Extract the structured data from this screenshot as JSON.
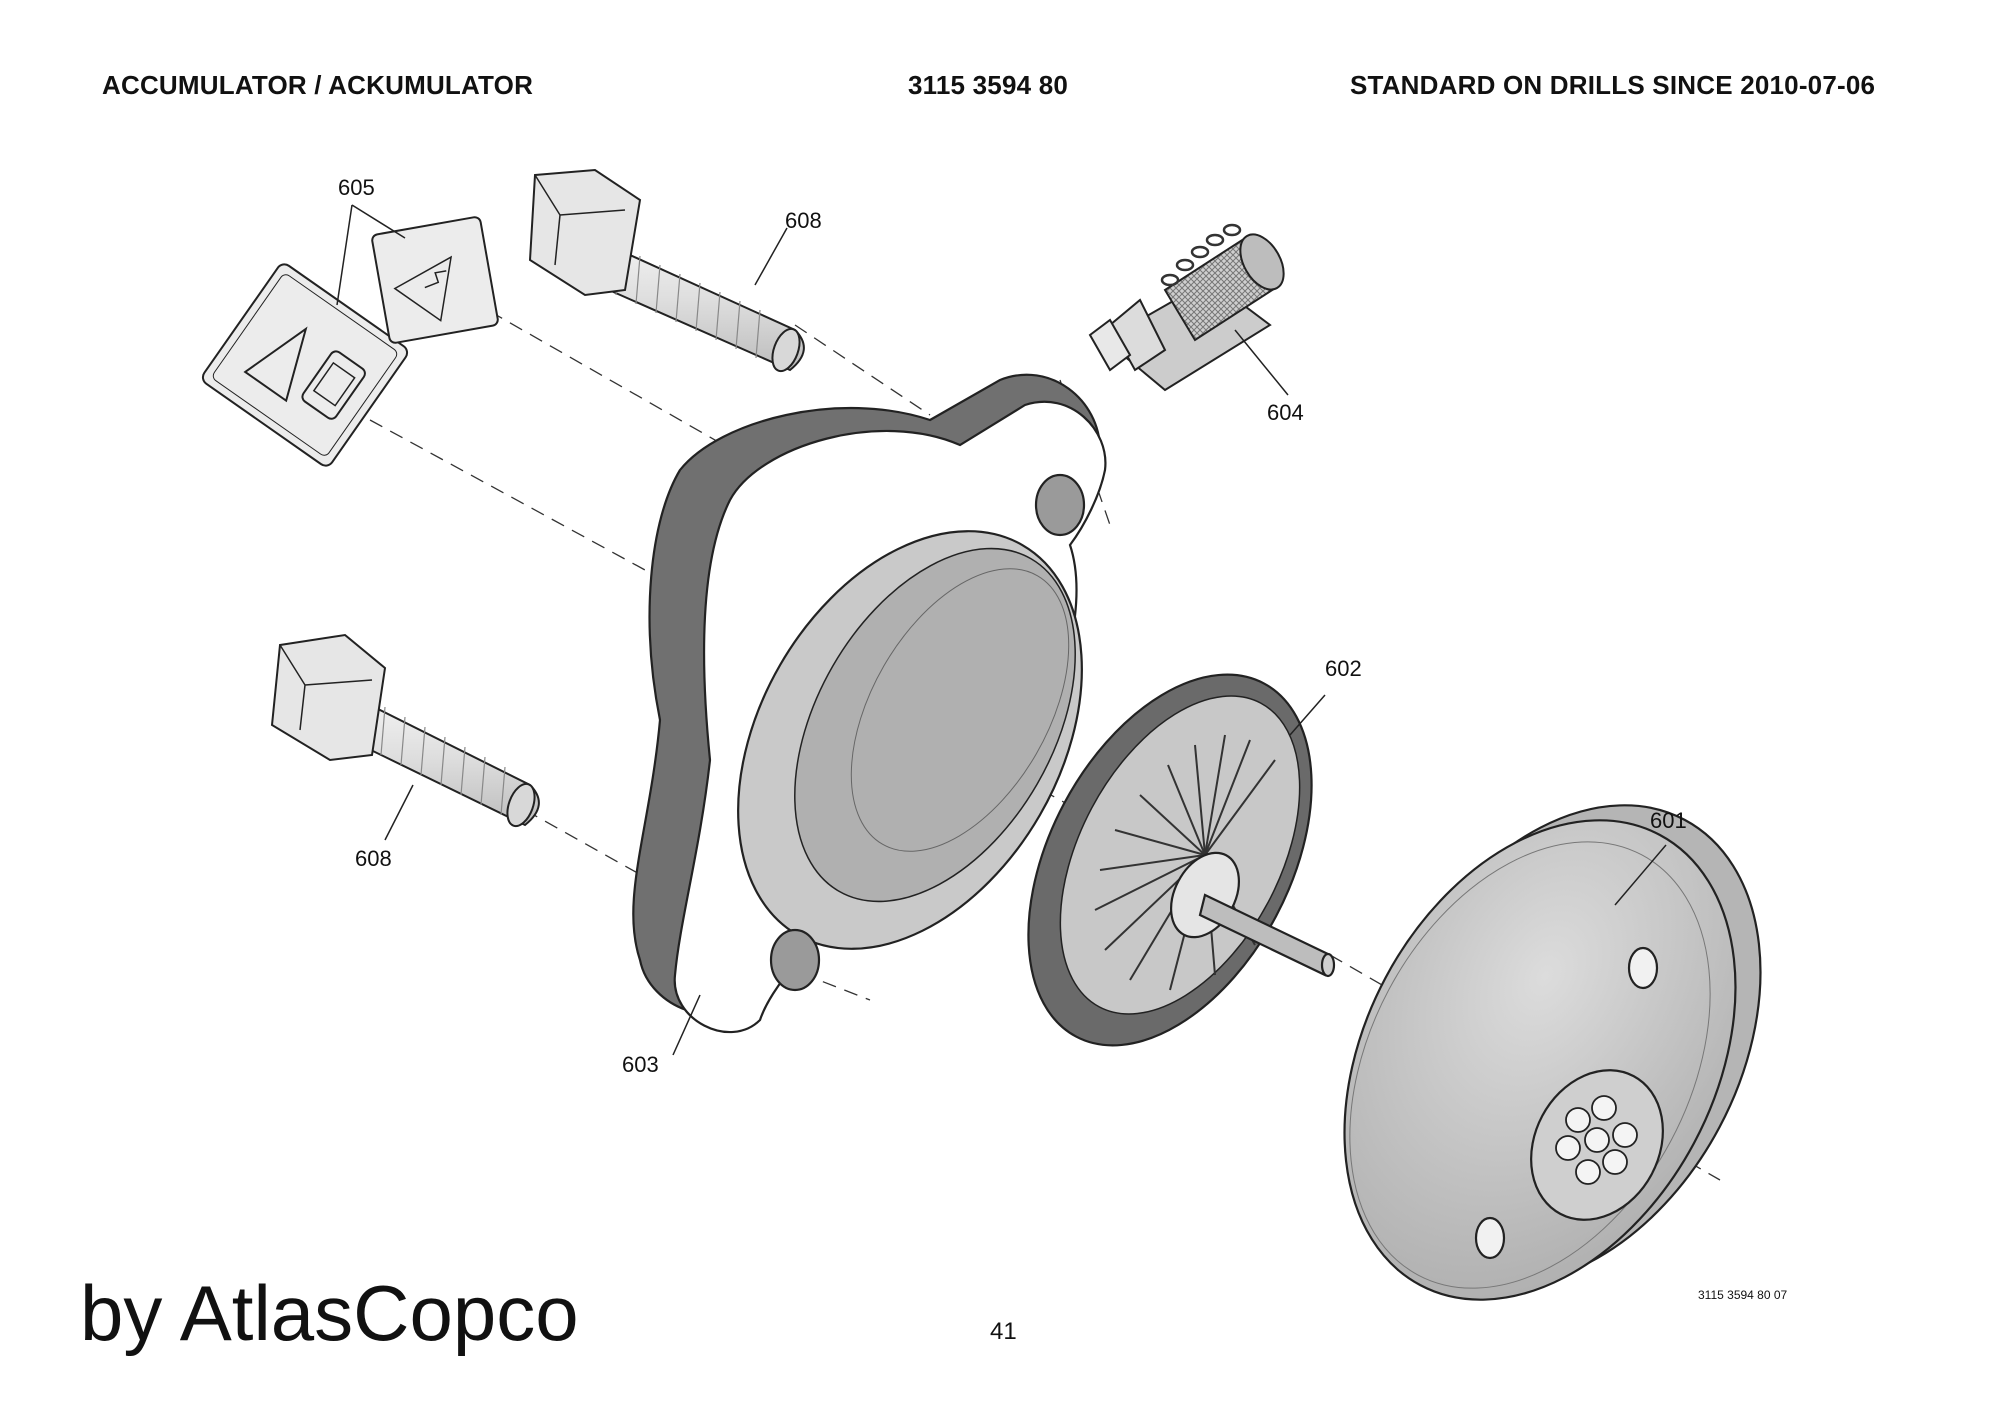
{
  "header": {
    "title": "ACCUMULATOR / ACKUMULATOR",
    "part_number": "3115 3594 80",
    "standard_note": "STANDARD ON DRILLS SINCE 2010-07-06"
  },
  "callouts": {
    "c601": "601",
    "c602": "602",
    "c603": "603",
    "c604": "604",
    "c605": "605",
    "c608_top": "608",
    "c608_bottom": "608"
  },
  "footer": {
    "brand": "by AtlasCopco",
    "page_number": "41",
    "drawing_number": "3115 3594 80 07"
  },
  "colors": {
    "ink": "#111111",
    "housing_dark": "#6f6f6f",
    "face_light": "#efefef",
    "cover_gray": "#c9c9c9",
    "bolt_light": "#e4e4e4"
  }
}
